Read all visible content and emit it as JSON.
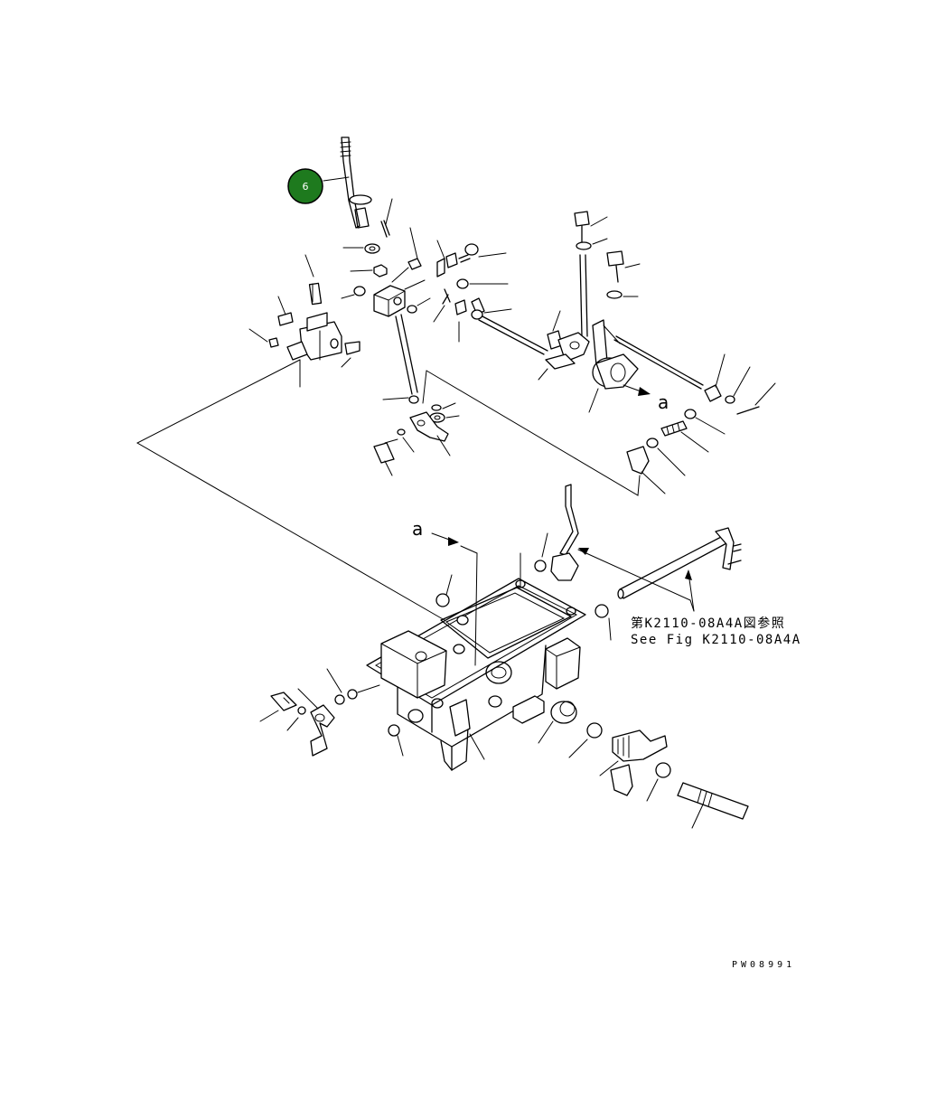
{
  "diagram": {
    "part_badge": {
      "number": "6",
      "color": "#1e7a1e"
    },
    "view_marker_upper": "a",
    "view_marker_lower": "a",
    "reference_note": {
      "line_jp": "第K2110-08A4A図参照",
      "line_en": "See Fig K2110-08A4A"
    },
    "drawing_code": "PW08991"
  }
}
